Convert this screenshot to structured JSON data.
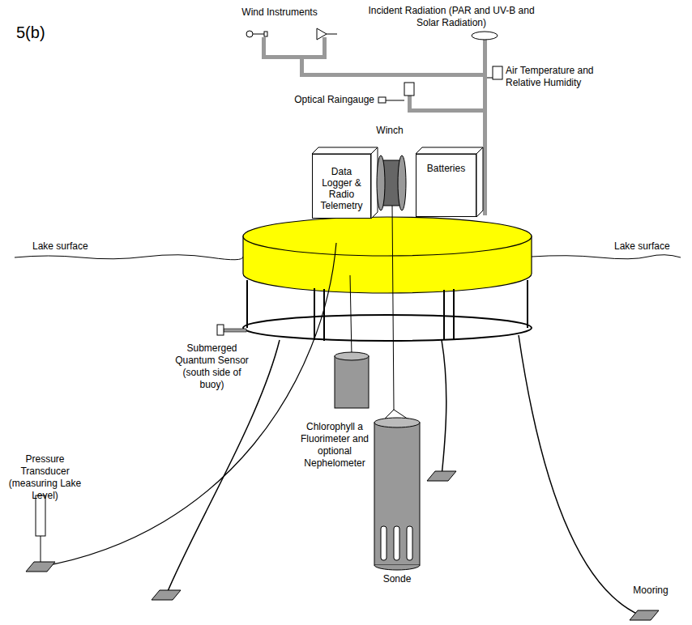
{
  "diagram": {
    "nodes": [
      {
        "text": [
          "Data Logger & Radio Telemetry"
        ]
      },
      {
        "text": [
          "Batteries"
        ]
      }
    ],
    "labels": [
      "5(b)",
      "Wind Instruments",
      "Incident Radiation (PAR and UV-B and Solar Radiation)",
      "Optical Raingauge",
      "Air Temperature and Relative Humidity",
      "Winch",
      "Lake surface",
      "Lake surface",
      "Submerged Quantum Sensor (south side of buoy)",
      "Chlorophyll a Fluorimeter and optional Nephelometer",
      "Sonde",
      "Pressure Transducer (measuring Lake Level)",
      "Mooring"
    ]
  }
}
